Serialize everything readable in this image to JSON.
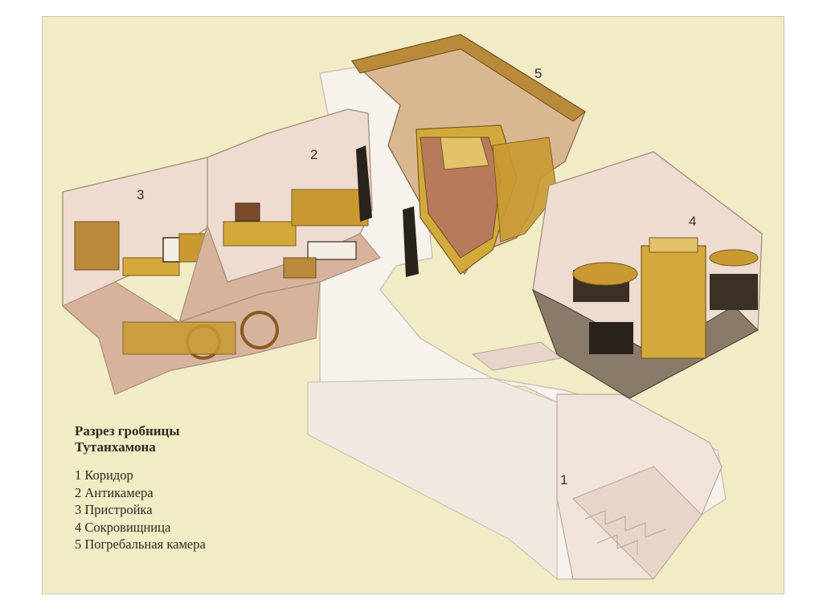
{
  "caption": {
    "title_line1": "Разрез гробницы",
    "title_line2": "Тутанхамона"
  },
  "legend": [
    "1 Коридор",
    "2 Антикамера",
    "3 Пристройка",
    "4 Сокровищница",
    "5 Погребальная камера"
  ],
  "room_labels": {
    "corridor": "1",
    "antechamber": "2",
    "annex": "3",
    "treasury": "4",
    "burial_chamber": "5"
  },
  "colors": {
    "background": "#f1ebc6",
    "wall": "#eddccf",
    "floor": "#d7b39b",
    "rock_cut": "#f6f2ec",
    "gold": "#d4a93c",
    "dark": "#3b3025"
  }
}
